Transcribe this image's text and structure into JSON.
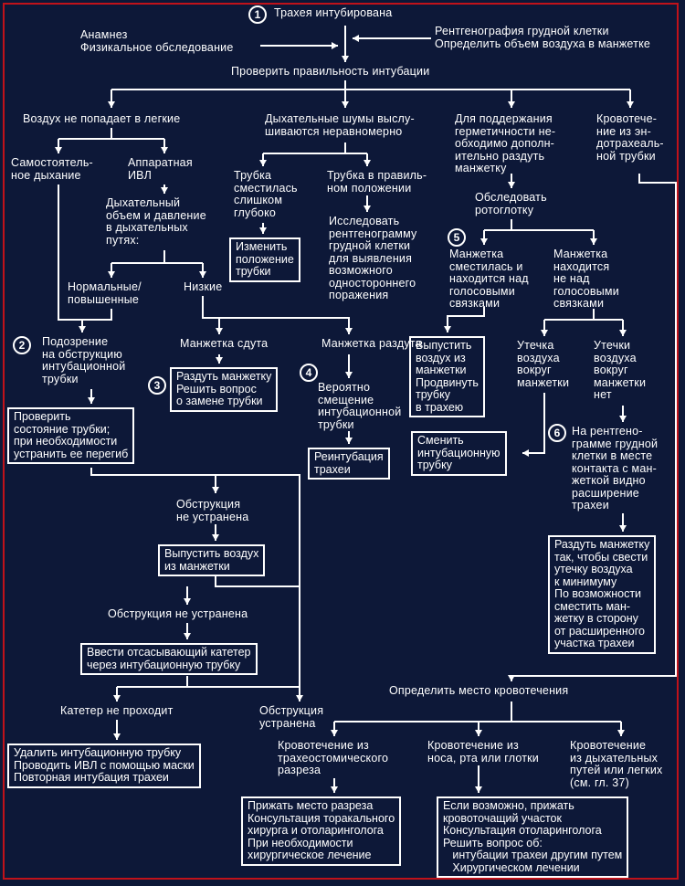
{
  "colors": {
    "background": "#0d1838",
    "line": "#ffffff",
    "frame": "#c0121a"
  },
  "markers": {
    "m1": "1",
    "m2": "2",
    "m3": "3",
    "m4": "4",
    "m5": "5",
    "m6": "6"
  },
  "nodes": {
    "intubated": "Трахея интубирована",
    "history": "Анамнез\nФизикальное обследование",
    "xray_cuff": "Рентгенография грудной клетки\nОпределить объем воздуха в манжетке",
    "check": "Проверить правильность интубации",
    "no_air": "Воздух не попадает в легкие",
    "uneven": "Дыхательные шумы выслу-\nшиваются неравномерно",
    "seal": "Для поддержания\nгерметичности не-\nобходимо дополн-\nительно раздуть\nманжетку",
    "bleeding": "Кровотече-\nние из эн-\nдотрахеаль-\nной трубки",
    "spont": "Самостоятель-\nное дыхание",
    "mech": "Аппаратная\nИВЛ",
    "deep": "Трубка\nсместилась\nслишком\nглубоко",
    "correct_pos": "Трубка в правиль-\nном положении",
    "reposition": "Изменить\nположение\nтрубки",
    "study_xray": "Исследовать\nрентгенограмму\nгрудной клетки\nдля выявления\nвозможного\nодностороннего\nпоражения",
    "examine_oro": "Обследовать\nротоглотку",
    "volume_pressure": "Дыхательный\nобъем и давление\nв дыхательных\nпутях:",
    "normal_high": "Нормальные/\nповышенные",
    "low": "Низкие",
    "cuff_above": "Манжетка\nсместилась и\nнаходится над\nголосовыми\nсвязками",
    "cuff_not_above": "Манжетка\nнаходится\nне над\nголосовыми\nсвязками",
    "suspect_obstr": "Подозрение\nна обструкцию\nинтубационной\nтрубки",
    "cuff_deflated": "Манжетка сдута",
    "cuff_inflated": "Манжетка раздута",
    "inflate_cuff": "Раздуть манжетку\nРешить вопрос\nо замене трубки",
    "probable_shift": "Вероятно\nсмещение\nинтубационной\nтрубки",
    "release_air_advance": "Выпустить\nвоздух из\nманжетки\nПродвинуть\nтрубку\nв трахею",
    "leak": "Утечка\nвоздуха\nвокруг\nманжетки",
    "no_leak": "Утечки\nвоздуха\nвокруг\nманжетки\nнет",
    "check_tube": "Проверить\nсостояние трубки;\nпри необходимости\nустранить ее перегиб",
    "reintubation": "Реинтубация\nтрахеи",
    "change_tube": "Сменить\nинтубационную\nтрубку",
    "xray_widening": "На рентгено-\nграмме грудной\nклетки в месте\nконтакта с ман-\nжеткой видно\nрасширение\nтрахеи",
    "obstr_not_removed1": "Обструкция\nне устранена",
    "release_air": "Выпустить воздух\nиз манжетки",
    "inflate_min": "Раздуть манжетку\nтак, чтобы свести\nутечку воздуха\nк минимуму\nПо возможности\nсместить ман-\nжетку в сторону\nот расширенного\nучастка трахеи",
    "obstr_not_removed2": "Обструкция не устранена",
    "insert_catheter": "Ввести отсасывающий катетер\nчерез интубационную трубку",
    "locate_bleeding": "Определить место кровотечения",
    "catheter_fails": "Катетер не проходит",
    "obstr_removed": "Обструкция\nустранена",
    "remove_tube": "Удалить интубационную трубку\nПроводить ИВЛ с помощью маски\nПовторная интубация трахеи",
    "bleed_tracheostomy": "Кровотечение из\nтрахеостомического\nразреза",
    "bleed_nose": "Кровотечение из\nноса, рта или глотки",
    "bleed_airways": "Кровотечение\nиз дыхательных\nпутей или легких\n(см. гл. 37)",
    "press_incision": "Прижать место разреза\nКонсультация торакального\nхирурга и отоларинголога\nПри необходимости\nхирургическое лечение",
    "press_site": "Если возможно, прижать\nкровоточащий участок\nКонсультация отоларинголога\nРешить вопрос об:\n   интубации трахеи другим путем\n   Хирургическом лечении"
  }
}
